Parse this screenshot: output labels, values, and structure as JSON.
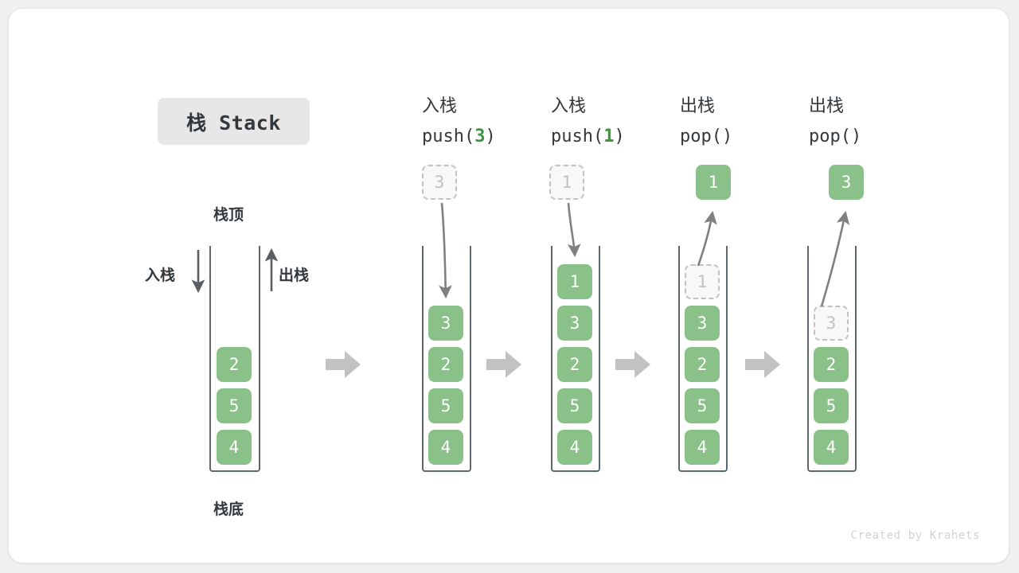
{
  "title_chip": {
    "label": "栈 Stack"
  },
  "left_stack": {
    "top_label": "栈顶",
    "bottom_label": "栈底",
    "push_label": "入栈",
    "pop_label": "出栈",
    "cells": [
      "2",
      "5",
      "4"
    ]
  },
  "columns": [
    {
      "id": "push-3",
      "op_cn": "入栈",
      "code_prefix": "push(",
      "code_arg": "3",
      "code_suffix": ")",
      "incoming_ghost": "3",
      "cells": [
        "3",
        "2",
        "5",
        "4"
      ]
    },
    {
      "id": "push-1",
      "op_cn": "入栈",
      "code_prefix": "push(",
      "code_arg": "1",
      "code_suffix": ")",
      "incoming_ghost": "1",
      "cells": [
        "1",
        "3",
        "2",
        "5",
        "4"
      ]
    },
    {
      "id": "pop-1",
      "op_cn": "出栈",
      "code_prefix": "pop(",
      "code_arg": "",
      "code_suffix": ")",
      "popped_value": "1",
      "ghost_cell": "1",
      "cells": [
        "3",
        "2",
        "5",
        "4"
      ]
    },
    {
      "id": "pop-2",
      "op_cn": "出栈",
      "code_prefix": "pop(",
      "code_arg": "",
      "code_suffix": ")",
      "popped_value": "3",
      "ghost_cell": "3",
      "cells": [
        "2",
        "5",
        "4"
      ]
    }
  ],
  "flow_arrows": [
    "step-arrow-1",
    "step-arrow-2",
    "step-arrow-3",
    "step-arrow-4"
  ],
  "credit": "Created by Krahets",
  "colors": {
    "cell_green": "#8ac188",
    "accent_green": "#3f9142",
    "frame_gray": "#60676c",
    "arrow_gray": "#808080",
    "chip_gray": "#e7e7e7",
    "ghost_gray": "#c2c2c2",
    "text_dark": "#33383c",
    "chevron_gray": "#c2c2c2"
  }
}
